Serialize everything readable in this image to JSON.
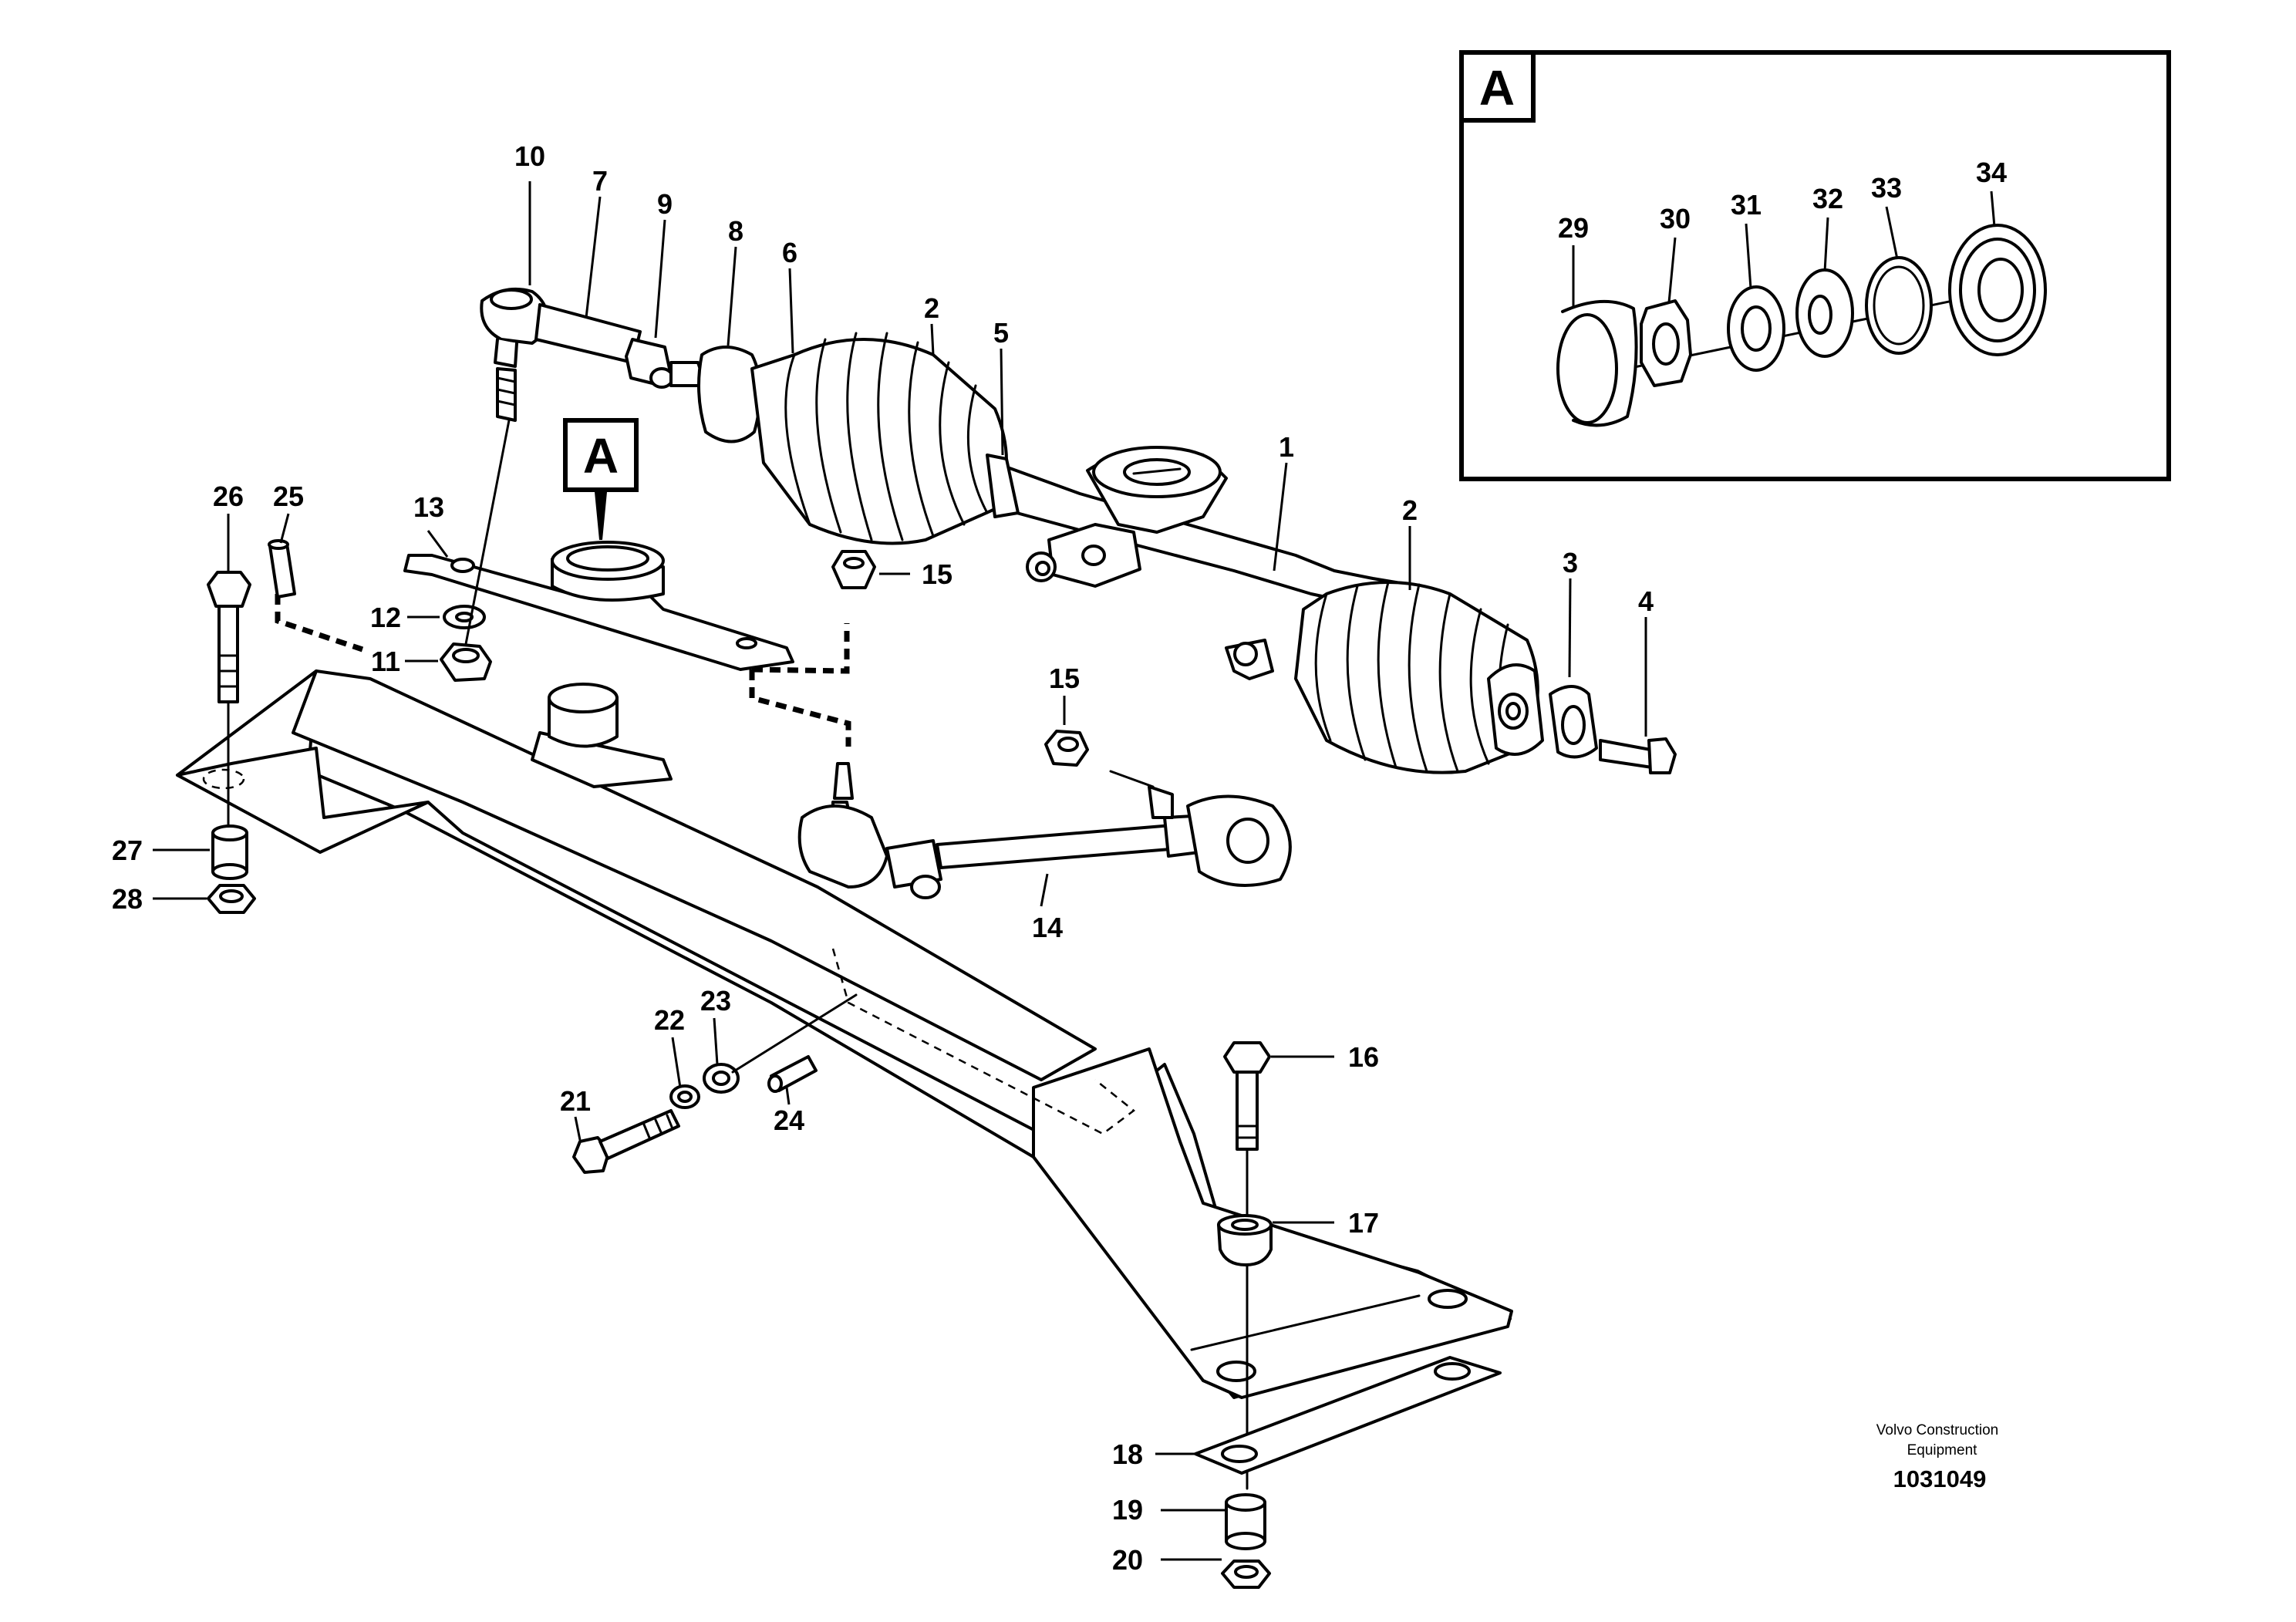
{
  "detail": {
    "view_letter": "A",
    "part_numbers": [
      "29",
      "30",
      "31",
      "32",
      "33",
      "34"
    ]
  },
  "main_callout_letter": "A",
  "part_labels": {
    "p1": "1",
    "p2a": "2",
    "p2b": "2",
    "p3": "3",
    "p4": "4",
    "p5": "5",
    "p6": "6",
    "p7": "7",
    "p8": "8",
    "p9": "9",
    "p10": "10",
    "p11": "11",
    "p12": "12",
    "p13": "13",
    "p14": "14",
    "p15a": "15",
    "p15b": "15",
    "p16": "16",
    "p17": "17",
    "p18": "18",
    "p19": "19",
    "p20": "20",
    "p21": "21",
    "p22": "22",
    "p23": "23",
    "p24": "24",
    "p25": "25",
    "p26": "26",
    "p27": "27",
    "p28": "28"
  },
  "footer": {
    "credit_line1": "Volvo Construction",
    "credit_line2": "Equipment",
    "doc_number": "1031049"
  }
}
